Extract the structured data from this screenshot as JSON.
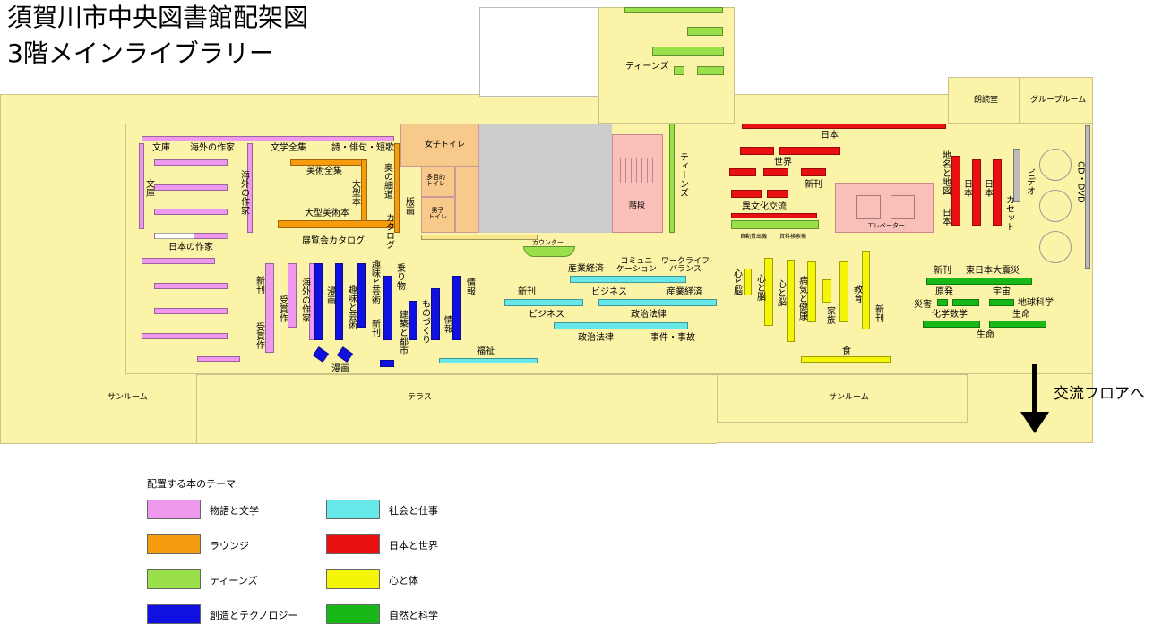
{
  "title": {
    "line1": "須賀川市中央図書館配架図",
    "line2": "3階メインライブラリー"
  },
  "rooms": {
    "rodoku": "朗読室",
    "group": "グループルーム",
    "teens_top": "ティーンズ",
    "womens_wc": "女子トイレ",
    "multi_wc": "多目的\nトイレ",
    "mens_wc": "男子\nトイレ",
    "stairs": "階段",
    "elevator": "エレベーター",
    "counter": "カウンター",
    "sunroom_left": "サンルーム",
    "terrace": "テラス",
    "sunroom_right": "サンルーム",
    "exchange_floor": "交流フロアへ",
    "auto_lend": "自動貸出機",
    "search_machine": "資料検索機"
  },
  "labels": {
    "bunko1": "文庫",
    "kaigai1": "海外の作家",
    "bungaku_zenshu": "文学全集",
    "shika": "詩・俳句・短歌",
    "bunko2": "文庫",
    "kaigai2": "海外の作家",
    "bijutsu_zenshu": "美術全集",
    "ogatabon": "大型本",
    "ogata_bijutsu": "大型美術本",
    "tenrankai": "展覧会カタログ",
    "oku_hosoku": "奥の細道",
    "katalog": "カタログ",
    "hanga": "版画",
    "nihon_sakka": "日本の作家",
    "shinkan_p": "新刊",
    "jusho1": "受賞作",
    "jusho2": "受賞作",
    "kaigai3": "海外の作家",
    "manga1": "漫画",
    "shumi1": "趣味と芸術",
    "shumi2": "趣味と芸術",
    "shinkan_b": "新刊",
    "norimono": "乗り物",
    "kenchiku": "建築と都市",
    "monozukuri": "ものづくり",
    "joho1": "情報",
    "joho2": "情報",
    "manga2": "漫画",
    "teens_v": "ティーンズ",
    "sangyo1": "産業経済",
    "community": "コミュニ\nケーション",
    "worklife": "ワークライフ\nバランス",
    "shinkan_c": "新刊",
    "business1": "ビジネス",
    "sangyo2": "産業経済",
    "business2": "ビジネス",
    "seiji1": "政治法律",
    "seiji2": "政治法律",
    "jiken": "事件・事故",
    "fukushi": "福祉",
    "nihon_top": "日本",
    "sekai": "世界",
    "shinkan_r": "新刊",
    "ibunka": "異文化交流",
    "chimei": "地名と地図",
    "nihon_v1": "日本",
    "nihon_v2": "日本",
    "nihon_v3": "日本",
    "cassette": "カセット",
    "video": "ビデオ",
    "cd_dvd": "CD・DVD",
    "kokoro1": "心と脳",
    "kokoro2": "心と脳",
    "kokoro3": "心と脳",
    "byoki": "病気と健康",
    "kazoku": "家族",
    "kyoiku": "教育",
    "shinkan_y": "新刊",
    "shoku": "食",
    "shinkan_g": "新刊",
    "higashi": "東日本大震災",
    "genpatsu": "原発",
    "uchu": "宇宙",
    "saigai": "災害",
    "chikyu": "地球科学",
    "kagaku": "化学数学",
    "seimei1": "生命",
    "seimei2": "生命"
  },
  "legend": {
    "heading": "配置する本のテーマ",
    "items": [
      {
        "label": "物語と文学",
        "color": "#ee99ee"
      },
      {
        "label": "ラウンジ",
        "color": "#f59d0f"
      },
      {
        "label": "ティーンズ",
        "color": "#99e04a"
      },
      {
        "label": "創造とテクノロジー",
        "color": "#1010e0"
      },
      {
        "label": "社会と仕事",
        "color": "#66e8e8"
      },
      {
        "label": "日本と世界",
        "color": "#e81010"
      },
      {
        "label": "心と体",
        "color": "#f5f50a"
      },
      {
        "label": "自然と科学",
        "color": "#18b818"
      }
    ]
  }
}
